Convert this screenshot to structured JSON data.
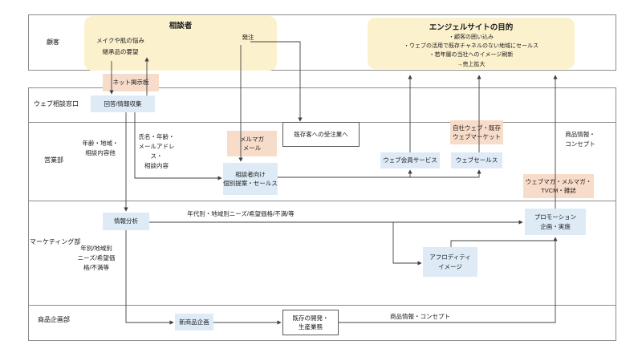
{
  "colors": {
    "goal_fill": "#fcf1cd",
    "channel_fill": "#f8dcca",
    "process_fill": "#deebf7",
    "lane_border": "#8c8c8c",
    "connector": "#404040"
  },
  "diagram": {
    "lanes": {
      "customer": "顧客",
      "web_desk": "ウェブ相談窓口",
      "sales": "営業部",
      "marketing": "マーケティング部",
      "product_planning": "商品企画部"
    },
    "consulter": {
      "title": "相談者",
      "needs": "メイクや肌の悩み\n継承品の要望",
      "order": "発注"
    },
    "site_purpose": {
      "title": "エンジェルサイトの目的",
      "items": [
        "・顧客の囲い込み",
        "・ウェブの活用で既存チャネルのない地域にセールス",
        "・若年層の当社へのイメージ刷新",
        "→売上拡大"
      ]
    },
    "channels": {
      "net_board": "ネット掲示板",
      "mailmag_mail": "メルマガ\nメール",
      "own_web_market": "自社ウェブ・既存\nウェブマーケット",
      "webmag_tvcm": "ウェブマガ・メルマガ・\nTVCM・雑誌"
    },
    "processes": {
      "answer_collect": "回答/情報収集",
      "individual_sales": "相談者向け\n個別提案・セールス",
      "web_member_service": "ウェブ会員サービス",
      "web_sales": "ウェブセールス",
      "info_analysis": "情報分析",
      "promotion": "プロモーション\n企画・実施",
      "aphrodite_image": "アフロディティ\nイメージ",
      "new_product_plan": "新商品企画"
    },
    "external": {
      "existing_order": "既存客への受注業へ",
      "existing_dev": "既存の開発・\n生産業務"
    },
    "flow_labels": {
      "age_region": "年齢・地域・\n相談内容他",
      "personal_info": "氏名・年齢・\nメールアドレス・\n相談内容",
      "needs_by_age": "年代別・地域別ニーズ/希望価格/不満/等",
      "needs_by_year": "年別/地域別\nニーズ/希望価\n格/不満等",
      "product_concept_right": "商品情報・\nコンセプト",
      "product_concept_bottom": "商品情報・コンセプト"
    }
  }
}
